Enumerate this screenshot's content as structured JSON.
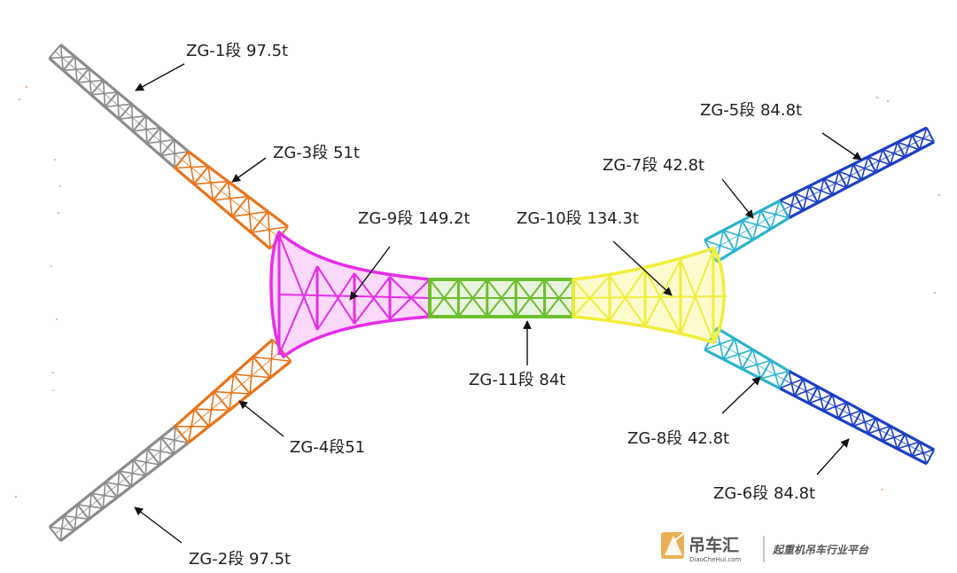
{
  "segments": [
    {
      "id": "zg1",
      "label": "ZG-1段 97.5t",
      "color": "#8c8c8c"
    },
    {
      "id": "zg2",
      "label": "ZG-2段 97.5t",
      "color": "#8c8c8c"
    },
    {
      "id": "zg3",
      "label": "ZG-3段 51t",
      "color": "#e8741a"
    },
    {
      "id": "zg4",
      "label": "ZG-4段51",
      "color": "#e8741a"
    },
    {
      "id": "zg5",
      "label": "ZG-5段 84.8t",
      "color": "#1c3fc4"
    },
    {
      "id": "zg6",
      "label": "ZG-6段 84.8t",
      "color": "#1c3fc4"
    },
    {
      "id": "zg7",
      "label": "ZG-7段 42.8t",
      "color": "#2cb3cc"
    },
    {
      "id": "zg8",
      "label": "ZG-8段 42.8t",
      "color": "#2cb3cc"
    },
    {
      "id": "zg9",
      "label": "ZG-9段 149.2t",
      "color": "#e62ee6"
    },
    {
      "id": "zg10",
      "label": "ZG-10段 134.3t",
      "color": "#f0ee3c"
    },
    {
      "id": "zg11",
      "label": "ZG-11段 84t",
      "color": "#6cbf2e"
    }
  ],
  "watermark": {
    "name": "吊车汇",
    "site": "DiaoCheHui.com",
    "slogan": "起重机吊车行业平台",
    "color": "#555555",
    "accent": "#e8a23a"
  }
}
